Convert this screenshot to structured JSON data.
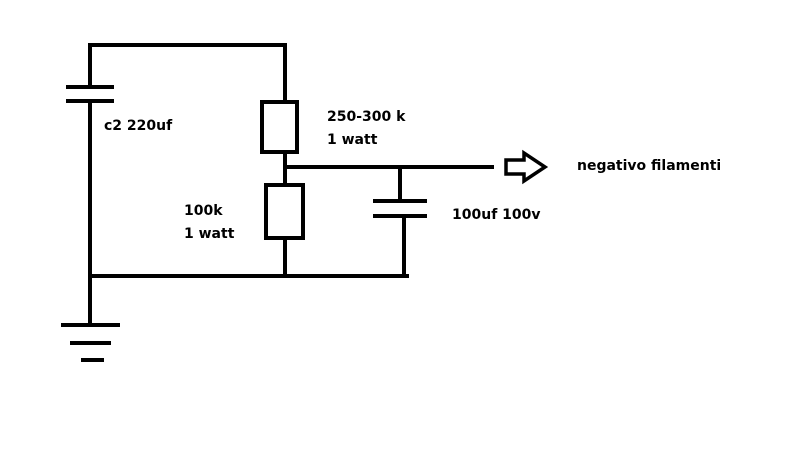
{
  "components": {
    "c2": {
      "label": "c2 220uf"
    },
    "r_top": {
      "label_line1": "250-300 k",
      "label_line2": "1 watt"
    },
    "r_bottom": {
      "label_line1": "100k",
      "label_line2": "1 watt"
    },
    "c_out": {
      "label": "100uf 100v"
    }
  },
  "output": {
    "label": "negativo filamenti",
    "arrow_icon": "hollow-right-arrow-icon"
  },
  "ground": {
    "icon": "ground-icon"
  },
  "colors": {
    "ink": "#000000",
    "background": "#ffffff"
  }
}
